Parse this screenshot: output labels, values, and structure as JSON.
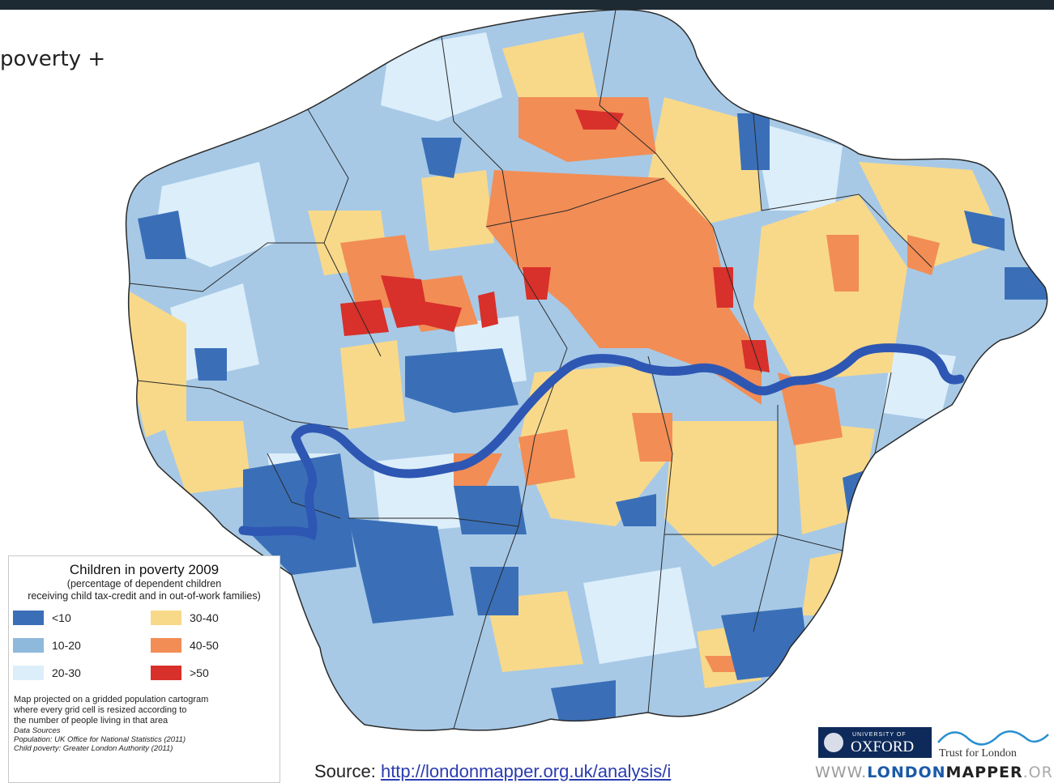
{
  "slide": {
    "title_fragment": "poverty +"
  },
  "legend": {
    "title": "Children in poverty 2009",
    "subtitle_1": "(percentage of dependent children",
    "subtitle_2": "receiving child tax-credit and in out-of-work families)",
    "classes": [
      {
        "label": "<10",
        "color": "#3a6fb8"
      },
      {
        "label": "30-40",
        "color": "#f8d98a"
      },
      {
        "label": "10-20",
        "color": "#8fb9dc"
      },
      {
        "label": "40-50",
        "color": "#f28d55"
      },
      {
        "label": "20-30",
        "color": "#dceefa"
      },
      {
        "label": ">50",
        "color": "#d8302a"
      }
    ],
    "note_1": "Map projected on a gridded population cartogram",
    "note_2": "where every grid cell is resized according to",
    "note_3": "the number of people living in that area",
    "sources_heading": "Data Sources",
    "source_population": "Population: UK Office for National Statistics (2011)",
    "source_poverty": "Child poverty: Greater London Authority (2011)"
  },
  "source_line": {
    "prefix": "Source:",
    "link": "http://londonmapper.org.uk/analysis/i"
  },
  "logos": {
    "oxford_small": "UNIVERSITY OF",
    "oxford_big": "OXFORD",
    "trust": "Trust for London",
    "site_prefix": "WWW.",
    "site_london": "LONDON",
    "site_mapper": "MAPPER",
    "site_suffix": ".ORG.UK"
  },
  "colors": {
    "river": "#2e57b3",
    "boundary": "#2a2a2a",
    "background": "#ffffff"
  }
}
